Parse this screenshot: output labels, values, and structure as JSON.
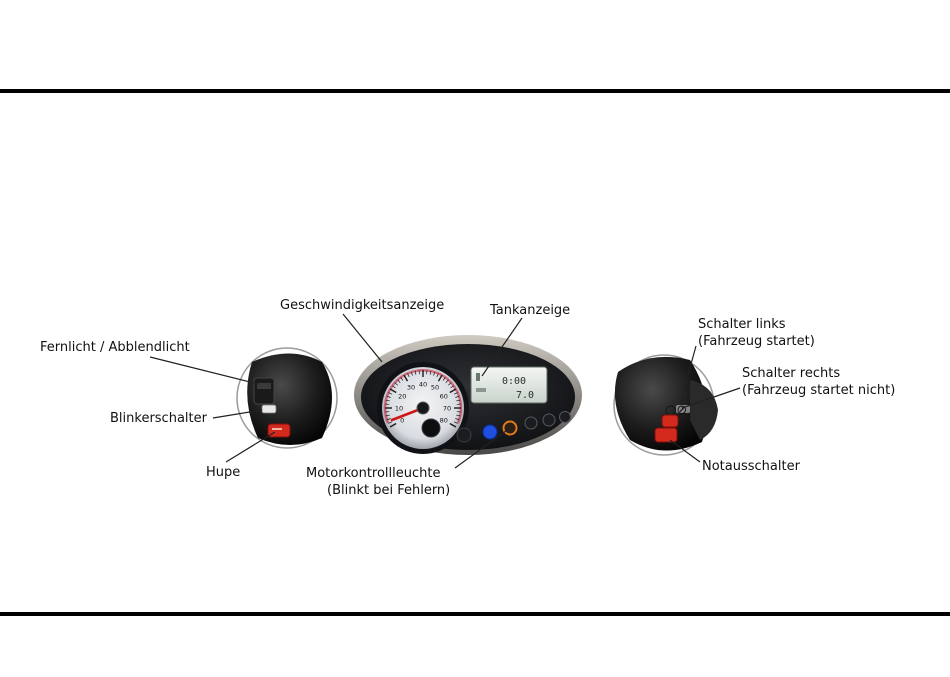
{
  "labels": {
    "fernlicht": "Fernlicht / Abblendlicht",
    "blinker": "Blinkerschalter",
    "hupe": "Hupe",
    "geschwindigkeit": "Geschwindigkeitsanzeige",
    "tank": "Tankanzeige",
    "motor_line1": "Motorkontrollleuchte",
    "motor_line2": "(Blinkt bei Fehlern)",
    "schalter_links_line1": "Schalter links",
    "schalter_links_line2": "(Fahrzeug startet)",
    "schalter_rechts_line1": "Schalter rechts",
    "schalter_rechts_line2": "(Fahrzeug startet nicht)",
    "notaus": "Notausschalter"
  },
  "display": {
    "time": "0:00",
    "odometer": "7.0"
  },
  "speedometer": {
    "ticks": [
      "0",
      "10",
      "20",
      "30",
      "40",
      "50",
      "60",
      "70",
      "80"
    ]
  },
  "colors": {
    "rule": "#000000",
    "needle": "#d01818",
    "button_red": "#d42a1e",
    "indicator_blue": "#1f4fe0",
    "indicator_orange": "#e07a1a",
    "lcd": "#e6ece6"
  }
}
